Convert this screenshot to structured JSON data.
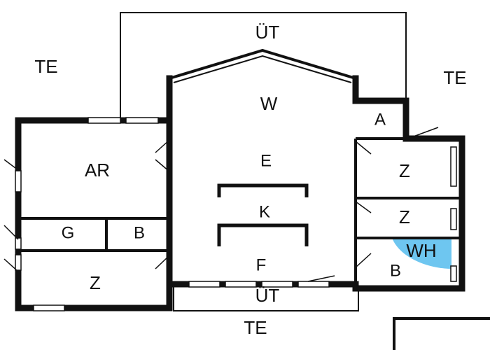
{
  "floorplan": {
    "rooms": {
      "terrace_top_left": "TE",
      "terrace_top_right": "TE",
      "terrace_bottom": "TE",
      "covered_terrace_top": "ÜT",
      "covered_terrace_bottom": "ÜT",
      "living_room": "W",
      "dining": "E",
      "kitchen": "K",
      "hallway": "F",
      "utility": "A",
      "work_room": "AR",
      "storage": "G",
      "bath_left": "B",
      "bedroom_left": "Z",
      "bedroom_right_1": "Z",
      "bedroom_right_2": "Z",
      "whirlpool": "WH",
      "bath_right": "B"
    },
    "colors": {
      "walls": "#111111",
      "whirlpool": "#6ec6f0",
      "background": "#ffffff"
    }
  }
}
